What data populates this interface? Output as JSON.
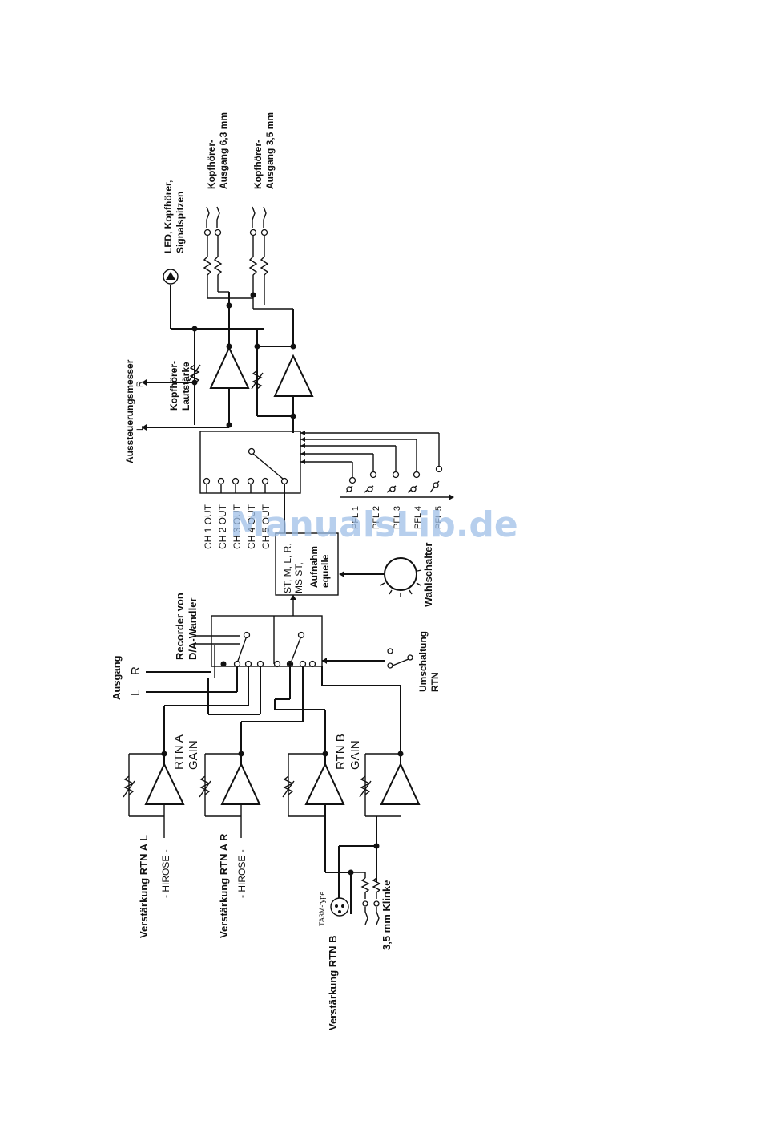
{
  "labels": {
    "led": [
      "LED, Kopfhörer,",
      "Signalspitzen"
    ],
    "hp63": [
      "Kopfhörer-",
      "Ausgang 6,3 mm"
    ],
    "hp35": [
      "Kopfhörer-",
      "Ausgang 3,5 mm"
    ],
    "meter": "Aussteuerungsmesser",
    "meter_r": "R",
    "meter_l": "L",
    "hpvol": [
      "Kopfhörer-",
      "Lautstärke"
    ],
    "ch_outs": [
      "CH 1 OUT",
      "CH 2 OUT",
      "CH 3 OUT",
      "CH 4 OUT",
      "CH 5 OUT"
    ],
    "pfl": [
      "PFL 1",
      "PFL 2",
      "PFL 3",
      "PFL 4",
      "PFL 5"
    ],
    "source_modes": [
      "ST, M, L, R,",
      "MS ST,"
    ],
    "source": [
      "Aufnahm",
      "equelle"
    ],
    "selector": "Wahlschalter",
    "recorder": [
      "Recorder von",
      "D/A-Wandler"
    ],
    "output": "Ausgang",
    "out_l": "L",
    "out_r": "R",
    "rtn_switch": [
      "Umschaltung",
      "RTN"
    ],
    "rtn_a_gain": [
      "RTN A",
      "GAIN"
    ],
    "rtn_b_gain": [
      "RTN B",
      "GAIN"
    ],
    "gain_al": "Verstärkung RTN A L",
    "gain_ar": "Verstärkung RTN A R",
    "hirose": "- HIROSE -",
    "gain_b": "Verstärkung RTN B",
    "ta3m": "TA3M-type",
    "jack": [
      "3,5 mm Klinke"
    ]
  },
  "watermark": "ManualsLib.de",
  "colors": {
    "line": "#111111",
    "watermark": "#9fc0e8"
  }
}
